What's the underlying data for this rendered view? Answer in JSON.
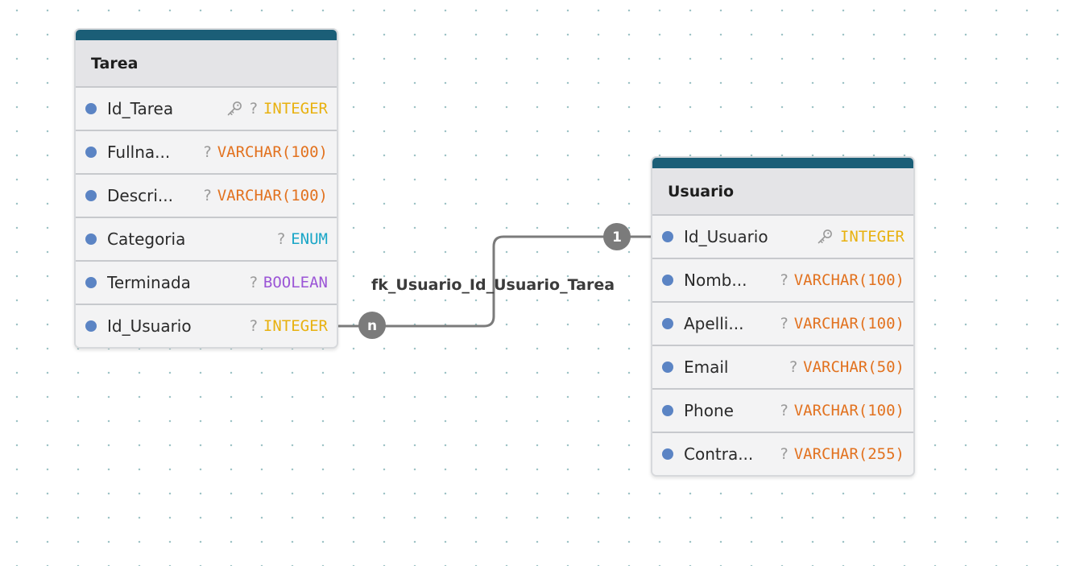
{
  "colors": {
    "header_bar": "#1b5e77",
    "field_dot": "#5b84c4",
    "connector": "#7b7b7b",
    "type_integer": "#e8b10f",
    "type_varchar": "#e2721f",
    "type_enum": "#1aa6c7",
    "type_boolean": "#9b55d6"
  },
  "tables": [
    {
      "name": "Tarea",
      "fields": [
        {
          "name": "Id_Tarea",
          "type": "INTEGER",
          "type_color": "#e8b10f",
          "primary_key": true,
          "nullable_marker": "?"
        },
        {
          "name": "Fullna...",
          "type": "VARCHAR(100)",
          "type_color": "#e2721f",
          "primary_key": false,
          "nullable_marker": "?"
        },
        {
          "name": "Descri...",
          "type": "VARCHAR(100)",
          "type_color": "#e2721f",
          "primary_key": false,
          "nullable_marker": "?"
        },
        {
          "name": "Categoria",
          "type": "ENUM",
          "type_color": "#1aa6c7",
          "primary_key": false,
          "nullable_marker": "?"
        },
        {
          "name": "Terminada",
          "type": "BOOLEAN",
          "type_color": "#9b55d6",
          "primary_key": false,
          "nullable_marker": "?"
        },
        {
          "name": "Id_Usuario",
          "type": "INTEGER",
          "type_color": "#e8b10f",
          "primary_key": false,
          "nullable_marker": "?"
        }
      ]
    },
    {
      "name": "Usuario",
      "fields": [
        {
          "name": "Id_Usuario",
          "type": "INTEGER",
          "type_color": "#e8b10f",
          "primary_key": true,
          "nullable_marker": ""
        },
        {
          "name": "Nomb...",
          "type": "VARCHAR(100)",
          "type_color": "#e2721f",
          "primary_key": false,
          "nullable_marker": "?"
        },
        {
          "name": "Apelli...",
          "type": "VARCHAR(100)",
          "type_color": "#e2721f",
          "primary_key": false,
          "nullable_marker": "?"
        },
        {
          "name": "Email",
          "type": "VARCHAR(50)",
          "type_color": "#e2721f",
          "primary_key": false,
          "nullable_marker": "?"
        },
        {
          "name": "Phone",
          "type": "VARCHAR(100)",
          "type_color": "#e2721f",
          "primary_key": false,
          "nullable_marker": "?"
        },
        {
          "name": "Contra...",
          "type": "VARCHAR(255)",
          "type_color": "#e2721f",
          "primary_key": false,
          "nullable_marker": "?"
        }
      ]
    }
  ],
  "relationship": {
    "label": "fk_Usuario_Id_Usuario_Tarea",
    "from_table": "Tarea",
    "from_field": "Id_Usuario",
    "from_cardinality": "n",
    "to_table": "Usuario",
    "to_field": "Id_Usuario",
    "to_cardinality": "1"
  }
}
